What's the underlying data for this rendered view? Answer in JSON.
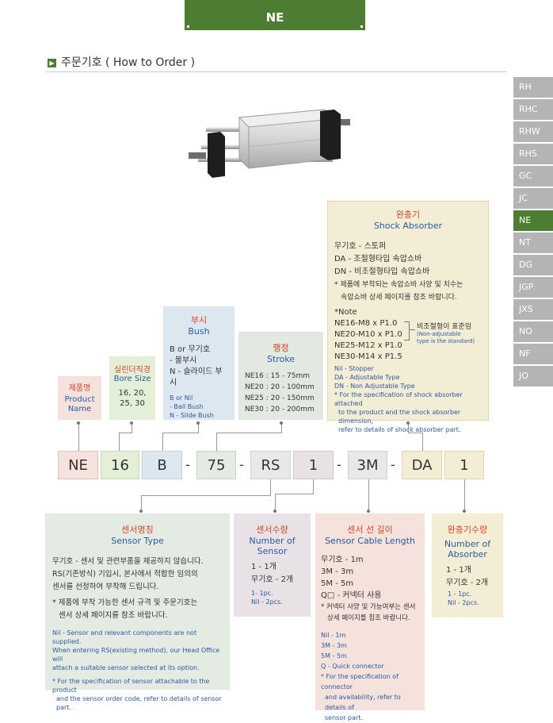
{
  "header": {
    "tab_label": "NE"
  },
  "section": {
    "title": "주문기호 ( How to Order )"
  },
  "side_nav": {
    "items": [
      "RH",
      "RHC",
      "RHW",
      "RHS",
      "GC",
      "JC",
      "NE",
      "NT",
      "DG",
      "JGP",
      "JXS",
      "NO",
      "NF",
      "JO"
    ],
    "active": "NE"
  },
  "product_image": {
    "alt": "NE cylinder product photo"
  },
  "shock_absorber_box": {
    "title_kr": "완충기",
    "title_en": "Shock Absorber",
    "lines": [
      "무기호 - 스토퍼",
      "DA - 조절형타입 속압쇼바",
      "DN - 비조절형타입 속압쇼바"
    ],
    "note_kr_1": "* 제품에 부착되는 속압쇼바 사양 및 치수는",
    "note_kr_2": "속압쇼바 상세 페이지를 참조 바랍니다.",
    "note_label": "*Note",
    "specs": [
      "NE16-M8 x P1.0",
      "NE20-M10 x P1.0",
      "NE25-M12 x P1.0",
      "NE30-M14 x P1.5"
    ],
    "bracket_kr": "비조절형이 표준임",
    "bracket_en_1": "(Non-adjustable",
    "bracket_en_2": "type is the standard)",
    "en_lines": [
      "Nil - Stopper",
      "DA - Adjustable Type",
      "DN - Non Adjustable Type"
    ],
    "en_note_1": "* For the specification of shock absorber attached",
    "en_note_2": "to the product and the shock absorber dimension,",
    "en_note_3": "refer to details of shock absorber part."
  },
  "bush_box": {
    "title_kr": "부시",
    "title_en": "Bush",
    "line1": "B or 무기호",
    "line2": "- 볼부시",
    "line3": "N - 슬라이드 부시",
    "en1": "B or Nil",
    "en2": "- Ball Bush",
    "en3": "N - Slide Bush"
  },
  "stroke_box": {
    "title_kr": "행정",
    "title_en": "Stroke",
    "rows": [
      "NE16 : 15  -  75mm",
      "NE20 : 20  -  100mm",
      "NE25 : 20  -  150mm",
      "NE30 : 20  -  200mm"
    ]
  },
  "bore_box": {
    "title_kr": "실린더직경",
    "title_en": "Bore Size",
    "line1": "16, 20,",
    "line2": "25, 30"
  },
  "name_box": {
    "title_kr": "제품명",
    "title_en_1": "Product",
    "title_en_2": "Name"
  },
  "order_code": {
    "cells": [
      "NE",
      "16",
      "B",
      "75",
      "RS",
      "1",
      "3M",
      "DA",
      "1"
    ],
    "dash": "-"
  },
  "sensor_type_box": {
    "title_kr": "센서명칭",
    "title_en": "Sensor Type",
    "kr_lines": [
      "무기호 - 센서 및 관련부품을 제공하지 않습니다.",
      "RS(기존방식) 기입시, 본사에서 적합한 임의의",
      "센서를 선정하여 부착해 드립니다."
    ],
    "kr_note_1": "* 제품에 부착 가능한 센서 규격 및 주문기호는",
    "kr_note_2": "센서 상세 페이지를 참조 바랍니다.",
    "en_lines": [
      "Nil - Sensor and relevant components are not supplied.",
      "When entering RS(existing method), our Head Office will",
      "attach a suitable sensor selected at its option."
    ],
    "en_note_1": "* For the specification of sensor attachable to the product",
    "en_note_2": "and the sensor order code, refer to details of sensor part."
  },
  "sensor_count_box": {
    "title_kr": "센서수량",
    "title_en_1": "Number of",
    "title_en_2": "Sensor",
    "line1": "1 - 1개",
    "line2": "무기호 - 2개",
    "en1": "1- 1pc.",
    "en2": "Nil - 2pcs."
  },
  "cable_box": {
    "title_kr": "센서 선 길이",
    "title_en": "Sensor Cable Length",
    "lines": [
      "무기호 - 1m",
      "3M - 3m",
      "5M - 5m",
      "Q□ - 커넥터 사용"
    ],
    "kr_note_1": "* 커넥터 사양 및 가능여부는 센서",
    "kr_note_2": "상세 페이지를 참조 바랍니다.",
    "en_lines": [
      "Nil - 1m",
      "3M - 3m",
      "5M - 5m",
      "Q - Quick connector"
    ],
    "en_note_1": "* For the specification of connector",
    "en_note_2": "and availability, refer to details of",
    "en_note_3": "sensor part."
  },
  "absorber_count_box": {
    "title_kr": "완충기수량",
    "title_en_1": "Number of",
    "title_en_2": "Absorber",
    "line1": "1 - 1개",
    "line2": "무기호 - 2개",
    "en1": "1 - 1pc.",
    "en2": "Nil - 2pcs."
  }
}
